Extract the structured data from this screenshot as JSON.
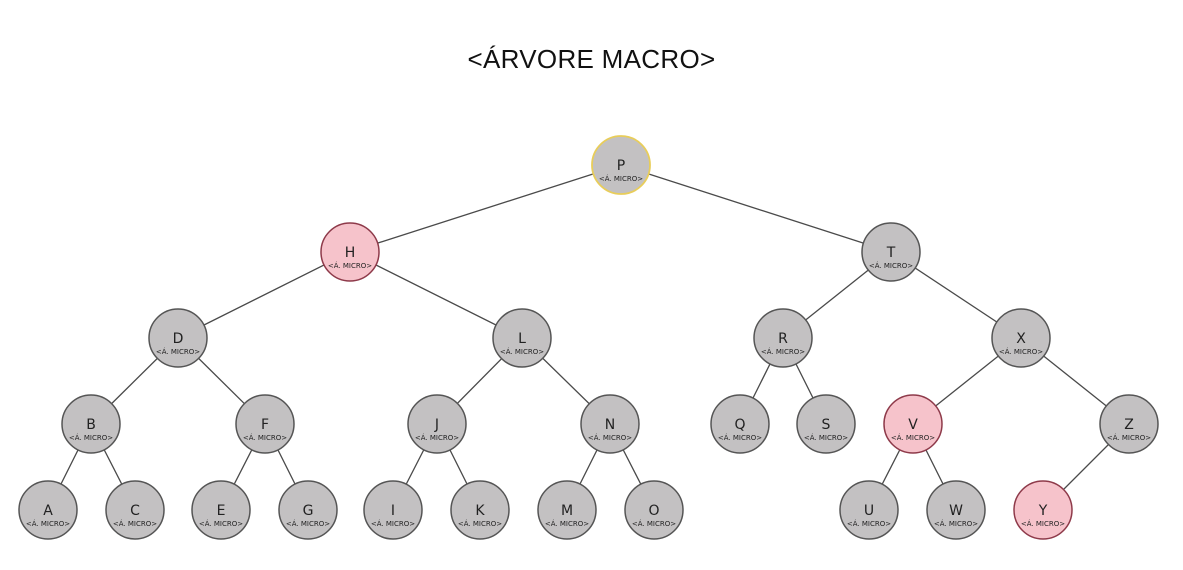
{
  "title": "<ÁRVORE MACRO>",
  "colors": {
    "node_default": "#c3c1c2",
    "node_highlight": "#f6c3cb",
    "stroke_default": "#555555",
    "stroke_highlight": "#8e3a4a",
    "stroke_root": "#e8cd5a"
  },
  "nodes": [
    {
      "id": "P",
      "label": "P",
      "sub": "<Á. MICRO>",
      "style": "root"
    },
    {
      "id": "H",
      "label": "H",
      "sub": "<Á. MICRO>",
      "style": "highlight"
    },
    {
      "id": "T",
      "label": "T",
      "sub": "<Á. MICRO>",
      "style": "default"
    },
    {
      "id": "D",
      "label": "D",
      "sub": "<Á. MICRO>",
      "style": "default"
    },
    {
      "id": "L",
      "label": "L",
      "sub": "<Á. MICRO>",
      "style": "default"
    },
    {
      "id": "R",
      "label": "R",
      "sub": "<Á. MICRO>",
      "style": "default"
    },
    {
      "id": "X",
      "label": "X",
      "sub": "<Á. MICRO>",
      "style": "default"
    },
    {
      "id": "B",
      "label": "B",
      "sub": "<Á. MICRO>",
      "style": "default"
    },
    {
      "id": "F",
      "label": "F",
      "sub": "<Á. MICRO>",
      "style": "default"
    },
    {
      "id": "J",
      "label": "J",
      "sub": "<Á. MICRO>",
      "style": "default"
    },
    {
      "id": "N",
      "label": "N",
      "sub": "<Á. MICRO>",
      "style": "default"
    },
    {
      "id": "Q",
      "label": "Q",
      "sub": "<Á. MICRO>",
      "style": "default"
    },
    {
      "id": "S",
      "label": "S",
      "sub": "<Á. MICRO>",
      "style": "default"
    },
    {
      "id": "V",
      "label": "V",
      "sub": "<Á. MICRO>",
      "style": "highlight"
    },
    {
      "id": "Z",
      "label": "Z",
      "sub": "<Á. MICRO>",
      "style": "default"
    },
    {
      "id": "A",
      "label": "A",
      "sub": "<Á. MICRO>",
      "style": "default"
    },
    {
      "id": "C",
      "label": "C",
      "sub": "<Á. MICRO>",
      "style": "default"
    },
    {
      "id": "E",
      "label": "E",
      "sub": "<Á. MICRO>",
      "style": "default"
    },
    {
      "id": "G",
      "label": "G",
      "sub": "<Á. MICRO>",
      "style": "default"
    },
    {
      "id": "I",
      "label": "I",
      "sub": "<Á. MICRO>",
      "style": "default"
    },
    {
      "id": "K",
      "label": "K",
      "sub": "<Á. MICRO>",
      "style": "default"
    },
    {
      "id": "M",
      "label": "M",
      "sub": "<Á. MICRO>",
      "style": "default"
    },
    {
      "id": "O",
      "label": "O",
      "sub": "<Á. MICRO>",
      "style": "default"
    },
    {
      "id": "U",
      "label": "U",
      "sub": "<Á. MICRO>",
      "style": "default"
    },
    {
      "id": "W",
      "label": "W",
      "sub": "<Á. MICRO>",
      "style": "default"
    },
    {
      "id": "Y",
      "label": "Y",
      "sub": "<Á. MICRO>",
      "style": "highlight"
    }
  ],
  "edges": [
    [
      "P",
      "H"
    ],
    [
      "P",
      "T"
    ],
    [
      "H",
      "D"
    ],
    [
      "H",
      "L"
    ],
    [
      "T",
      "R"
    ],
    [
      "T",
      "X"
    ],
    [
      "D",
      "B"
    ],
    [
      "D",
      "F"
    ],
    [
      "L",
      "J"
    ],
    [
      "L",
      "N"
    ],
    [
      "R",
      "Q"
    ],
    [
      "R",
      "S"
    ],
    [
      "X",
      "V"
    ],
    [
      "X",
      "Z"
    ],
    [
      "B",
      "A"
    ],
    [
      "B",
      "C"
    ],
    [
      "F",
      "E"
    ],
    [
      "F",
      "G"
    ],
    [
      "J",
      "I"
    ],
    [
      "J",
      "K"
    ],
    [
      "N",
      "M"
    ],
    [
      "N",
      "O"
    ],
    [
      "V",
      "U"
    ],
    [
      "V",
      "W"
    ],
    [
      "Z",
      "Y"
    ]
  ]
}
